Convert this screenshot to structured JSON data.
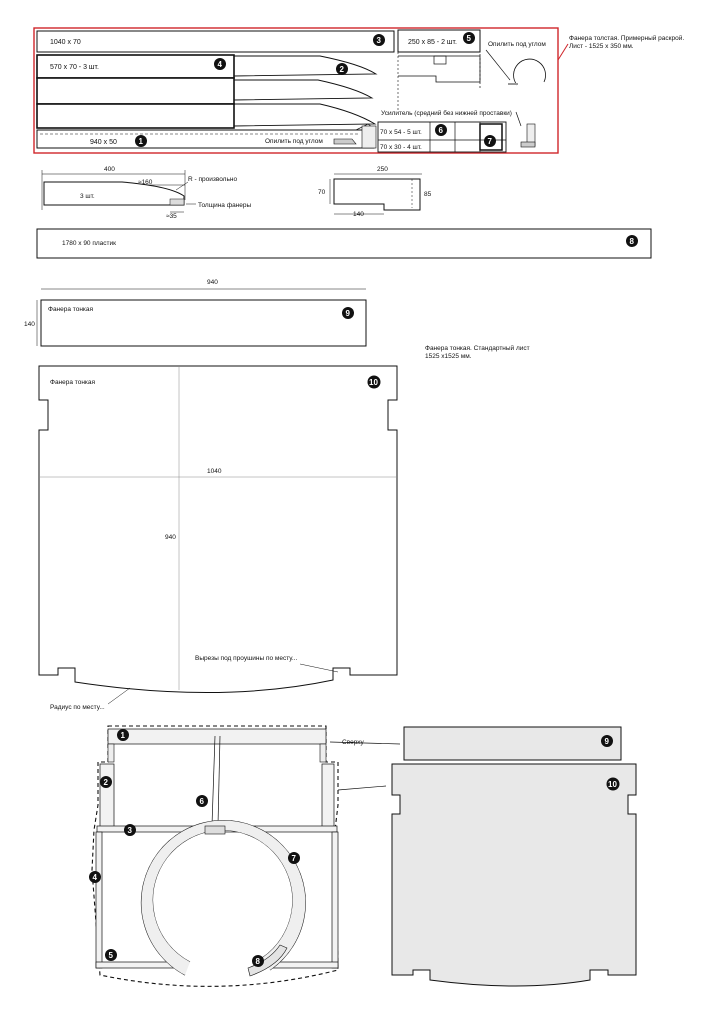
{
  "sheet_note": {
    "line1": "Фанера толстая. Примерный раскрой.",
    "line2": "Лист - 1525 х 350 мм."
  },
  "cut_sheet": {
    "board_1040": "1040 x 70",
    "board_570": "570 x 70 - 3 шт.",
    "board_940": "940 x 50",
    "board_250": "250 x 85 - 2 шт.",
    "saw_angle_top": "Опилить под углом",
    "saw_angle_bottom": "Опилить под углом",
    "amplifier": "Усилитель (средний без нижней проставки)",
    "board_70x54": "70 x 54 - 5 шт.",
    "board_70x30": "70 x 30 - 4 шт."
  },
  "detail_rib": {
    "dim_400": "400",
    "dim_160": "≈160",
    "radius_note": "R - произвольно",
    "qty": "3 шт.",
    "thickness_note": "Толщина фанеры",
    "dim_35": "≈35"
  },
  "detail_bracket": {
    "dim_250": "250",
    "dim_70": "70",
    "dim_85": "85",
    "dim_140": "140"
  },
  "plastic": {
    "label": "1780 x 90 пластик"
  },
  "thin_board": {
    "dim_940": "940",
    "dim_140": "140",
    "label": "Фанера тонкая"
  },
  "thin_sheet_note": {
    "line1": "Фанера тонкая. Стандартный лист",
    "line2": "1525 x1525 мм."
  },
  "floor_panel": {
    "label": "Фанера тонкая",
    "dim_1040": "1040",
    "dim_940": "940",
    "cutouts_note": "Вырезы под проушины по месту...",
    "radius_note": "Радиус по месту..."
  },
  "assembly": {
    "top_label": "Сверху"
  },
  "badges": [
    "1",
    "2",
    "3",
    "4",
    "5",
    "6",
    "7",
    "8",
    "9",
    "10"
  ]
}
